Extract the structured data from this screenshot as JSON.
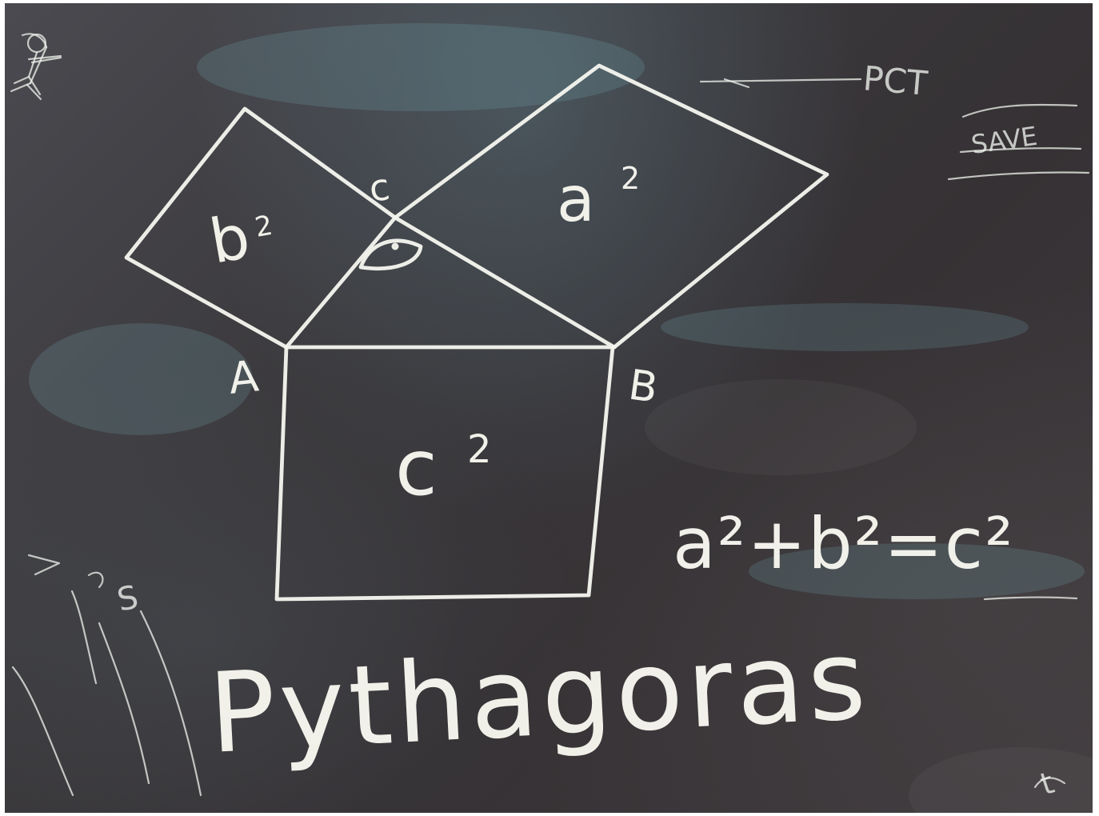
{
  "image": {
    "labels": {
      "vertex_a": "A",
      "vertex_b": "B",
      "vertex_c": "c",
      "square_a": "a",
      "square_b": "b",
      "square_c": "c",
      "power": "2"
    },
    "equation": {
      "text": "a²+b²=c²"
    },
    "caption": "Pythagoras",
    "background_notes": {
      "top_right": "PCT",
      "right_note": "SAVE",
      "bottom_left": "S",
      "bottom_right": "t"
    },
    "icons": {
      "stick_figure": "stick-figure-icon"
    },
    "colors": {
      "board": "#3b383b",
      "chalk": "#f5f5ee",
      "chalk_blue": "#7ebac6"
    }
  }
}
